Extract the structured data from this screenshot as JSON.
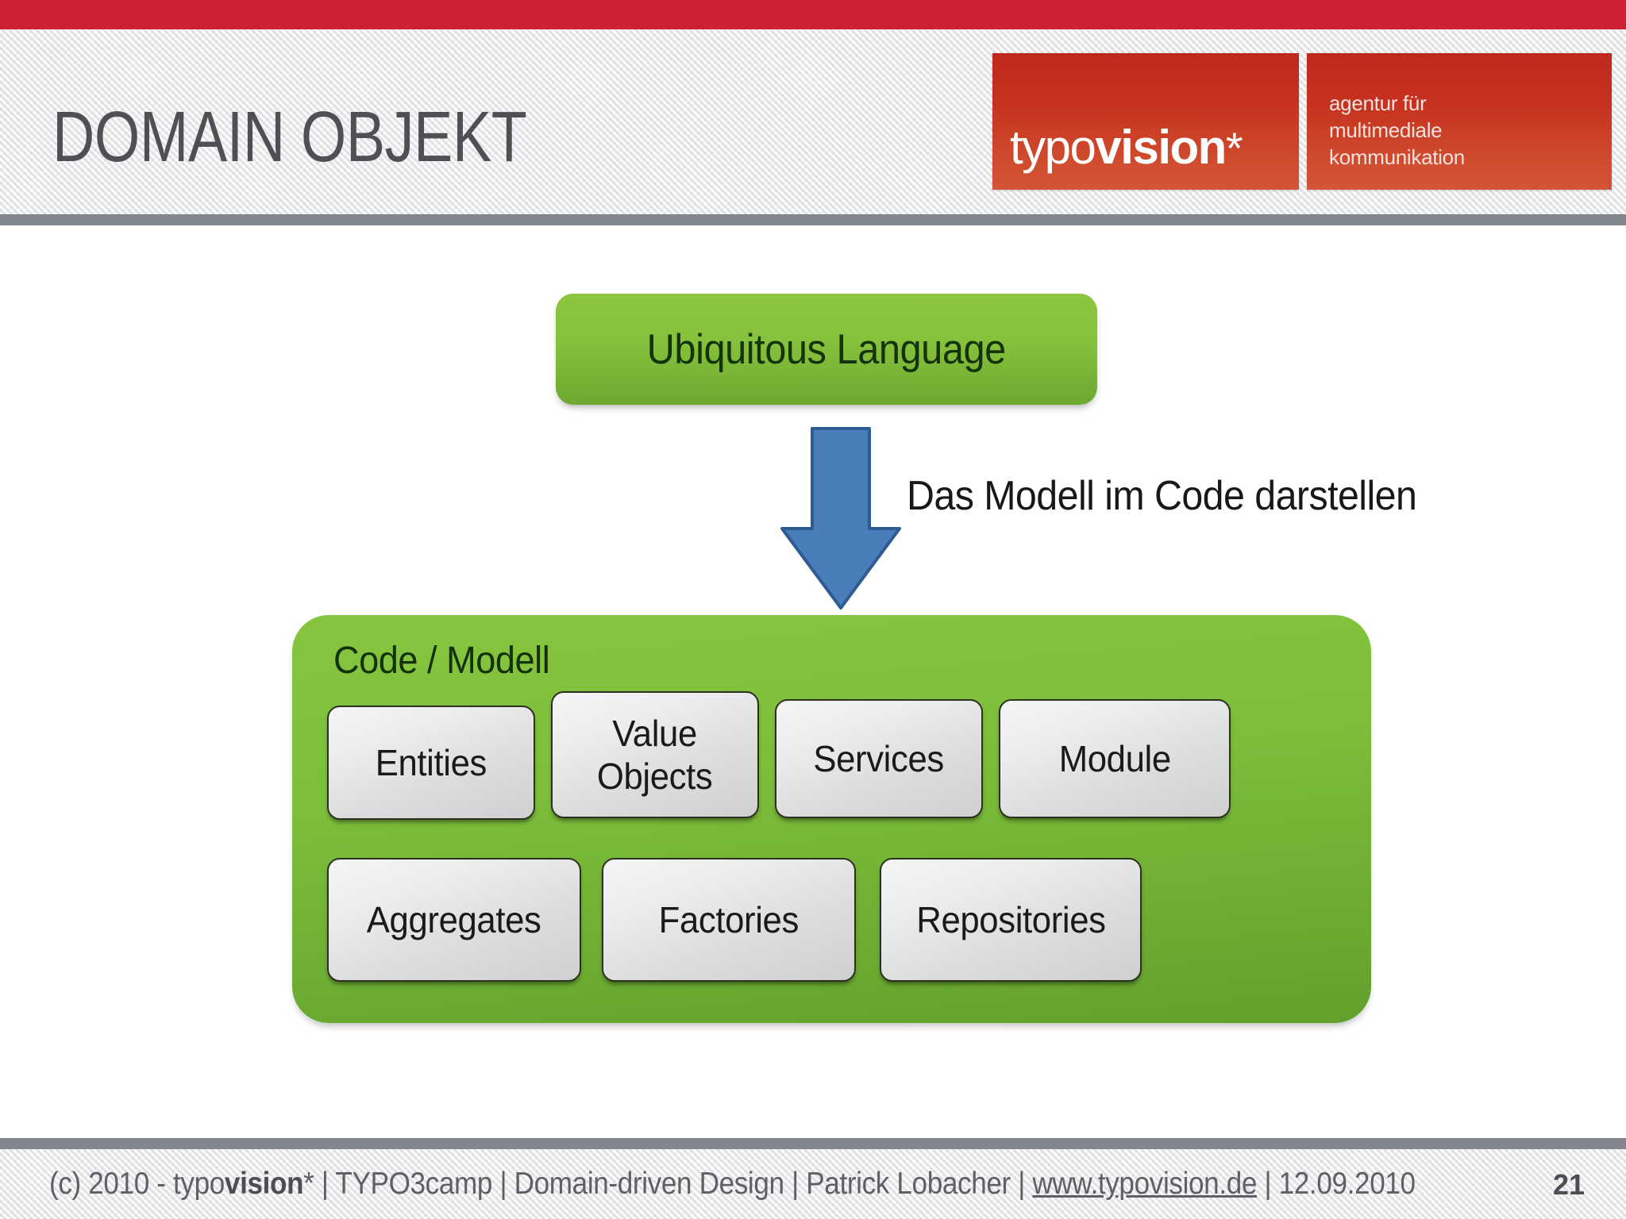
{
  "slide": {
    "title": "DOMAIN OBJEKT",
    "accent_red": "#cc2133",
    "accent_green": "#7cbe3a",
    "accent_blue": "#4a7ebb",
    "rule_gray": "#81868c"
  },
  "logo": {
    "wordmark_light": "typo",
    "wordmark_bold": "vision",
    "wordmark_star": "*",
    "claim": "agentur für\nmultimediale\nkommunikation"
  },
  "diagram": {
    "ubiquitous_language": "Ubiquitous Language",
    "arrow_caption": "Das Modell im Code darstellen",
    "code_model_label": "Code / Modell",
    "chips_row1": [
      {
        "label": "Entities"
      },
      {
        "label": "Value\nObjects"
      },
      {
        "label": "Services"
      },
      {
        "label": "Module"
      }
    ],
    "chips_row2": [
      {
        "label": "Aggregates"
      },
      {
        "label": "Factories"
      },
      {
        "label": "Repositories"
      }
    ]
  },
  "footer": {
    "copyright": "(c) 2010 - typo",
    "brand_bold": "vision",
    "brand_star": "*",
    "sep1": " | ",
    "event": "TYPO3camp",
    "sep2": " | ",
    "topic": "Domain-driven Design",
    "sep3": " | ",
    "author": "Patrick Lobacher",
    "sep4": " | ",
    "url": "www.typovision.de",
    "sep5": " | ",
    "date": "12.09.2010",
    "page_number": "21"
  }
}
